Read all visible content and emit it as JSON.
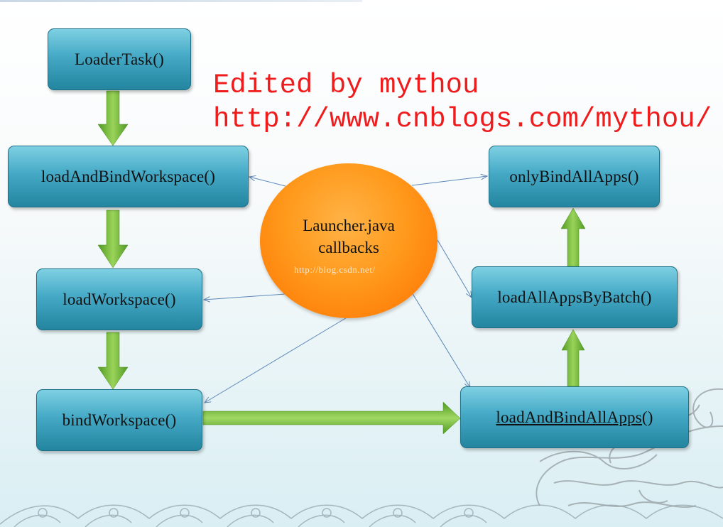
{
  "annotation": {
    "line1": "Edited by mythou",
    "line2": "http://www.cnblogs.com/mythou/"
  },
  "watermark": "http://blog.csdn.net/",
  "center": {
    "line1": "Launcher.java",
    "line2": "callbacks"
  },
  "nodes": {
    "loader_task": "LoaderTask()",
    "load_and_bind_workspace": "loadAndBindWorkspace()",
    "load_workspace": "loadWorkspace()",
    "bind_workspace": "bindWorkspace()",
    "only_bind_all_apps": "onlyBindAllApps()",
    "load_all_apps_by_batch": "loadAllAppsByBatch()",
    "load_and_bind_all_apps": "loadAndBindAllApps",
    "load_and_bind_all_apps_parens": "()"
  },
  "colors": {
    "node_fill": "#3fa3c1",
    "center_fill": "#ff8c0a",
    "flow_arrow": "#6ab82e",
    "callback_line": "#5b87b8",
    "annotation_text": "#ee1c1c"
  }
}
